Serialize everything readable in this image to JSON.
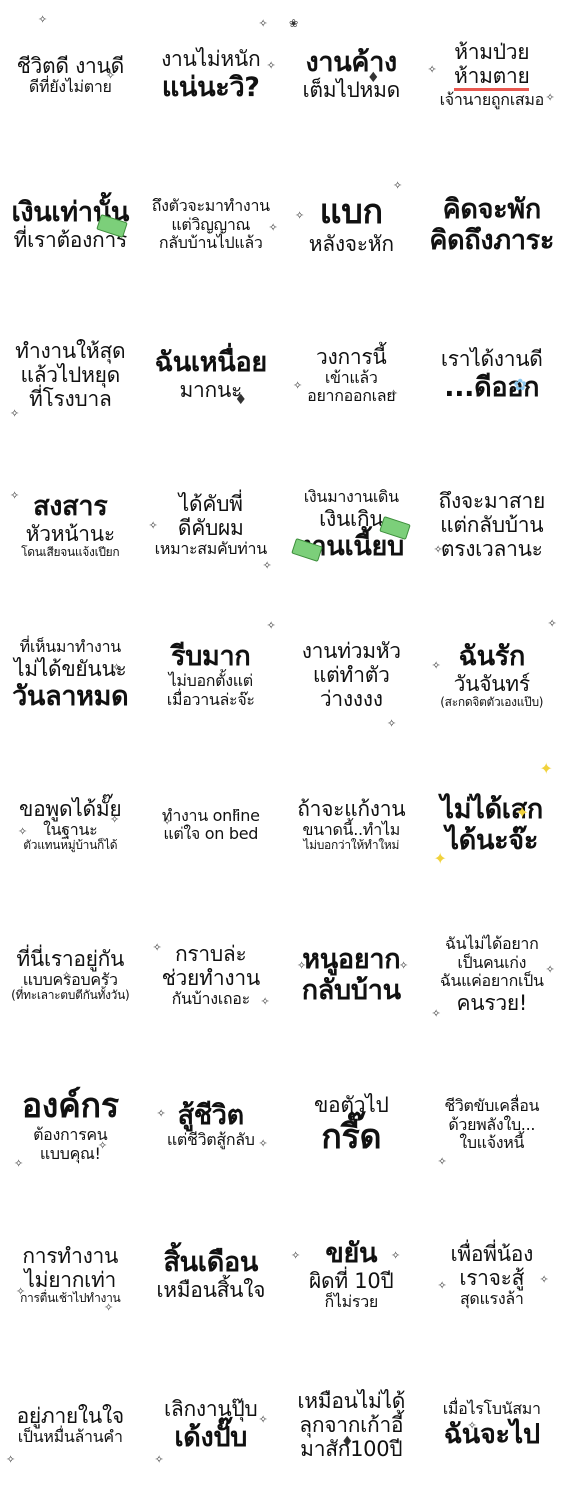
{
  "stickers": [
    {
      "lines": [
        "ชีวิตดี งานดี",
        "ดีที่ยังไม่ตาย"
      ],
      "sizes": [
        "m",
        "s"
      ]
    },
    {
      "lines": [
        "งานไม่หนัก",
        "แน่นะวิ?"
      ],
      "sizes": [
        "m",
        "l"
      ]
    },
    {
      "lines": [
        "งานค้าง",
        "เต็มไปหมด"
      ],
      "sizes": [
        "l",
        "m"
      ]
    },
    {
      "lines": [
        "ห้ามป่วย",
        "ห้ามตาย",
        "เจ้านายถูกเสมอ"
      ],
      "sizes": [
        "m",
        "m",
        "s"
      ]
    },
    {
      "lines": [
        "เงินเท่านั้น",
        "ที่เราต้องการ"
      ],
      "sizes": [
        "l",
        "m"
      ]
    },
    {
      "lines": [
        "ถึงตัวจะมาทำงาน",
        "แต่วิญญาณ",
        "กลับบ้านไปแล้ว"
      ],
      "sizes": [
        "s",
        "s",
        "s"
      ]
    },
    {
      "lines": [
        "แบก",
        "หลังจะหัก"
      ],
      "sizes": [
        "xl",
        "m"
      ]
    },
    {
      "lines": [
        "คิดจะพัก",
        "คิดถึงภาระ"
      ],
      "sizes": [
        "l",
        "l"
      ]
    },
    {
      "lines": [
        "ทำงานให้สุด",
        "แล้วไปหยุด",
        "ที่โรงบาล"
      ],
      "sizes": [
        "m",
        "m",
        "m"
      ]
    },
    {
      "lines": [
        "ฉันเหนื่อย",
        "มากนะ"
      ],
      "sizes": [
        "l",
        "m"
      ]
    },
    {
      "lines": [
        "วงการนี้",
        "เข้าแล้ว",
        "อยากออกเลย"
      ],
      "sizes": [
        "m",
        "s",
        "s"
      ]
    },
    {
      "lines": [
        "เราได้งานดี",
        "...ดีออก"
      ],
      "sizes": [
        "m",
        "l"
      ]
    },
    {
      "lines": [
        "สงสาร",
        "หัวหน้านะ",
        "โดนเสียจนแจ้งเปียก"
      ],
      "sizes": [
        "l",
        "m",
        "xs"
      ]
    },
    {
      "lines": [
        "ได้คับพี่",
        "ดีคับผม",
        "เหมาะสมคับท่าน"
      ],
      "sizes": [
        "m",
        "m",
        "s"
      ]
    },
    {
      "lines": [
        "เงินมางานเดิน",
        "เงินเกิน",
        "งานเนี้ยบ"
      ],
      "sizes": [
        "s",
        "m",
        "l"
      ]
    },
    {
      "lines": [
        "ถึงจะมาสาย",
        "แต่กลับบ้าน",
        "ตรงเวลานะ"
      ],
      "sizes": [
        "m",
        "m",
        "m"
      ]
    },
    {
      "lines": [
        "ที่เห็นมาทำงาน",
        "ไม่ได้ขยันนะ",
        "วันลาหมด"
      ],
      "sizes": [
        "s",
        "m",
        "l"
      ]
    },
    {
      "lines": [
        "รีบมาก",
        "ไม่บอกตั้งแต่",
        "เมื่อวานล่ะจ๊ะ"
      ],
      "sizes": [
        "l",
        "s",
        "s"
      ]
    },
    {
      "lines": [
        "งานท่วมหัว",
        "แต่ทำตัว",
        "ว่างงงง"
      ],
      "sizes": [
        "m",
        "m",
        "m"
      ]
    },
    {
      "lines": [
        "ฉันรัก",
        "วันจันทร์",
        "(สะกดจิตตัวเองแป๊บ)"
      ],
      "sizes": [
        "l",
        "m",
        "xs"
      ]
    },
    {
      "lines": [
        "ขอพูดได้มั๊ย",
        "ในฐานะ",
        "ตัวแทนหมู่บ้านก็ได้"
      ],
      "sizes": [
        "m",
        "s",
        "xs"
      ]
    },
    {
      "lines": [
        "ทำงาน online",
        "แต่ใจ on bed"
      ],
      "sizes": [
        "s",
        "s"
      ]
    },
    {
      "lines": [
        "ถ้าจะแก้งาน",
        "ขนาดนี้..ทำไม",
        "ไม่บอกว่าให้ทำใหม่"
      ],
      "sizes": [
        "m",
        "s",
        "xs"
      ]
    },
    {
      "lines": [
        "ไม่ได้เสก",
        "ได้นะจ๊ะ"
      ],
      "sizes": [
        "l",
        "l"
      ]
    },
    {
      "lines": [
        "ที่นี่เราอยู่กัน",
        "แบบครอบครัว",
        "(ที่ทะเลาะตบตีกันทั้งวัน)"
      ],
      "sizes": [
        "m",
        "s",
        "xs"
      ]
    },
    {
      "lines": [
        "กราบล่ะ",
        "ช่วยทำงาน",
        "กันบ้างเถอะ"
      ],
      "sizes": [
        "m",
        "m",
        "s"
      ]
    },
    {
      "lines": [
        "หนูอยาก",
        "กลับบ้าน"
      ],
      "sizes": [
        "l",
        "l"
      ]
    },
    {
      "lines": [
        "ฉันไม่ได้อยาก",
        "เป็นคนเก่ง",
        "ฉันแค่อยากเป็น",
        "คนรวย!"
      ],
      "sizes": [
        "s",
        "s",
        "s",
        "m"
      ]
    },
    {
      "lines": [
        "องค์กร",
        "ต้องการคน",
        "แบบคุณ!"
      ],
      "sizes": [
        "xl",
        "s",
        "s"
      ]
    },
    {
      "lines": [
        "สู้ชีวิต",
        "แต่ชีวิตสู้กลับ"
      ],
      "sizes": [
        "l",
        "s"
      ]
    },
    {
      "lines": [
        "ขอตัวไป",
        "กรี๊ด"
      ],
      "sizes": [
        "m",
        "xl"
      ]
    },
    {
      "lines": [
        "ชีวิตขับเคลื่อน",
        "ด้วยพลังใบ...",
        "ใบแจ้งหนี้"
      ],
      "sizes": [
        "s",
        "s",
        "s"
      ]
    },
    {
      "lines": [
        "การทำงาน",
        "ไม่ยากเท่า",
        "การตื่นเช้าไปทำงาน"
      ],
      "sizes": [
        "m",
        "m",
        "xs"
      ]
    },
    {
      "lines": [
        "สิ้นเดือน",
        "เหมือนสิ้นใจ"
      ],
      "sizes": [
        "l",
        "m"
      ]
    },
    {
      "lines": [
        "ขยัน",
        "ผิดที่ 10ปี",
        "ก็ไม่รวย"
      ],
      "sizes": [
        "l",
        "m",
        "s"
      ]
    },
    {
      "lines": [
        "เพื่อพี่น้อง",
        "เราจะสู้",
        "สุดแรงล้า"
      ],
      "sizes": [
        "m",
        "m",
        "s"
      ]
    },
    {
      "lines": [
        "อยู่ภายในใจ",
        "เป็นหมื่นล้านคำ"
      ],
      "sizes": [
        "m",
        "s"
      ]
    },
    {
      "lines": [
        "เลิกงานปุ๊บ",
        "เด้งปั๊บ"
      ],
      "sizes": [
        "m",
        "l"
      ]
    },
    {
      "lines": [
        "เหมือนไม่ได้",
        "ลุกจากเก้าอี้",
        "มาสัก100ปี"
      ],
      "sizes": [
        "m",
        "m",
        "m"
      ]
    },
    {
      "lines": [
        "เมื่อไรโบนัสมา",
        "ฉันจะไป"
      ],
      "sizes": [
        "s",
        "l"
      ]
    }
  ]
}
